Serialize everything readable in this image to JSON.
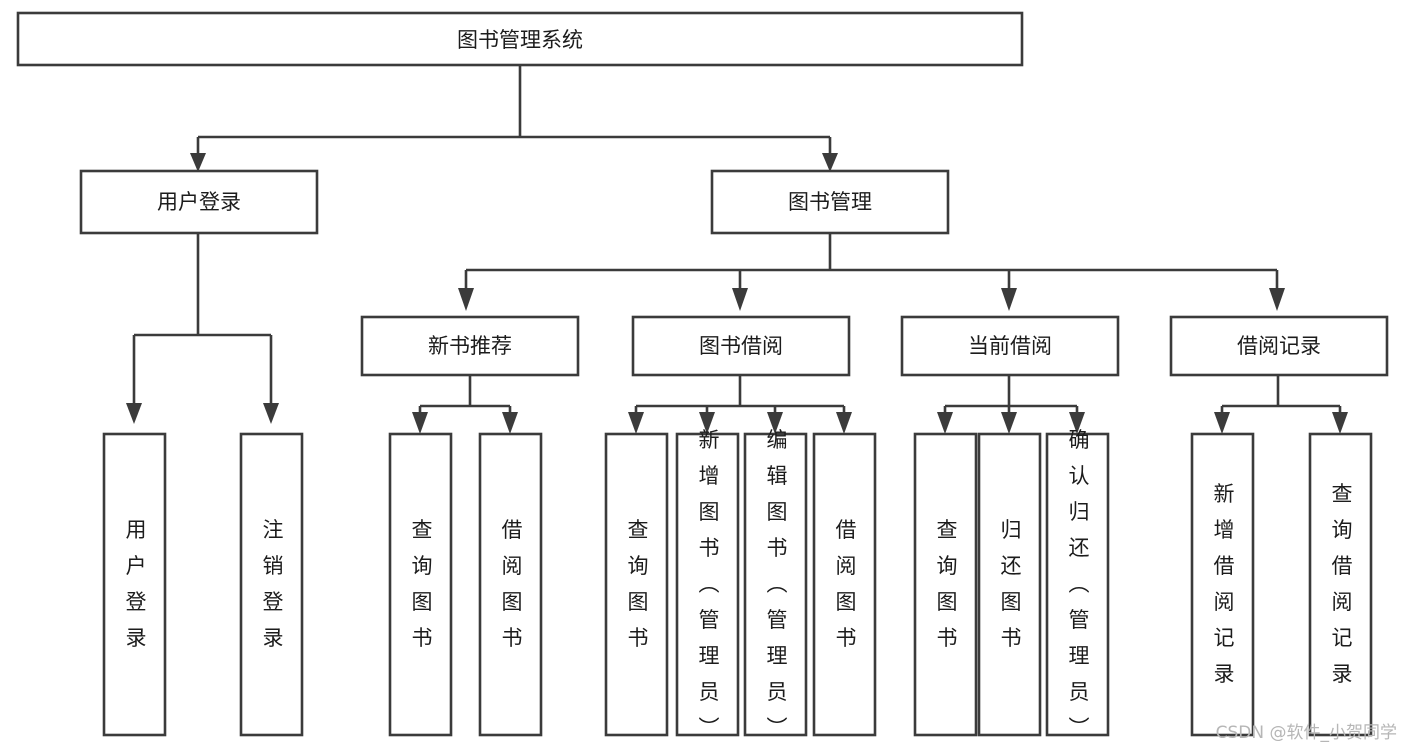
{
  "diagram": {
    "title": "图书管理系统",
    "type": "tree-hierarchy",
    "orientation": "top-down",
    "watermark": "CSDN @软件_小贺同学",
    "colors": {
      "box_stroke": "#3b3b3b",
      "box_fill": "#ffffff",
      "connector": "#3b3b3b",
      "text": "#1c1c1c",
      "watermark": "#b6b6b6",
      "background": "#ffffff"
    },
    "root": {
      "label": "图书管理系统"
    },
    "level1": [
      {
        "label": "用户登录"
      },
      {
        "label": "图书管理"
      }
    ],
    "level2": [
      {
        "label": "新书推荐"
      },
      {
        "label": "图书借阅"
      },
      {
        "label": "当前借阅"
      },
      {
        "label": "借阅记录"
      }
    ],
    "leaves": {
      "user_login": [
        {
          "label": "用户登录"
        },
        {
          "label": "注销登录"
        }
      ],
      "new_book_recommend": [
        {
          "label": "查询图书"
        },
        {
          "label": "借阅图书"
        }
      ],
      "book_borrow": [
        {
          "label": "查询图书"
        },
        {
          "label": "新增图书（管理员）"
        },
        {
          "label": "编辑图书（管理员）"
        },
        {
          "label": "借阅图书"
        }
      ],
      "current_borrow": [
        {
          "label": "查询图书"
        },
        {
          "label": "归还图书"
        },
        {
          "label": "确认归还（管理员）"
        }
      ],
      "borrow_record": [
        {
          "label": "新增借阅记录"
        },
        {
          "label": "查询借阅记录"
        }
      ]
    }
  }
}
